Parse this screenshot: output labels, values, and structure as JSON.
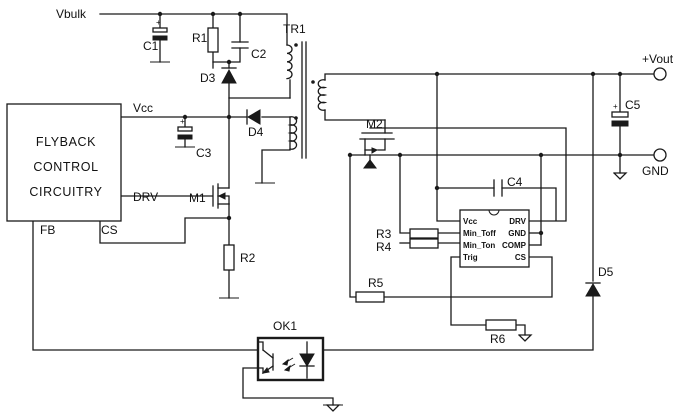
{
  "labels": {
    "vbulk": "Vbulk",
    "vout": "+Vout",
    "gnd": "GND",
    "vcc": "Vcc",
    "drv": "DRV",
    "fb": "FB",
    "cs": "CS",
    "controller_line1": "FLYBACK",
    "controller_line2": "CONTROL",
    "controller_line3": "CIRCUITRY"
  },
  "components": {
    "c1": "C1",
    "c2": "C2",
    "c3": "C3",
    "c4": "C4",
    "c5": "C5",
    "r1": "R1",
    "r2": "R2",
    "r3": "R3",
    "r4": "R4",
    "r5": "R5",
    "r6": "R6",
    "d3": "D3",
    "d4": "D4",
    "d5": "D5",
    "m1": "M1",
    "m2": "M2",
    "tr1": "TR1",
    "ok1": "OK1"
  },
  "ic_pins": {
    "vcc": "Vcc",
    "min_toff": "Min_Toff",
    "min_ton": "Min_Ton",
    "trig": "Trig",
    "drv": "DRV",
    "gnd": "GND",
    "comp": "COMP",
    "cs": "CS"
  },
  "polarity": {
    "plus": "+"
  }
}
